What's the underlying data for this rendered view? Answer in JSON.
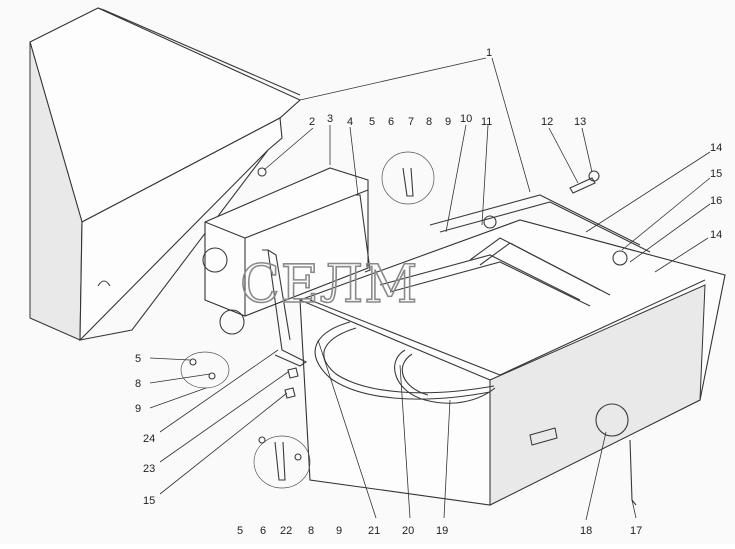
{
  "watermark": "СЕЛМ",
  "callouts": {
    "c1": "1",
    "c2": "2",
    "c3": "3",
    "c4": "4",
    "c5a": "5",
    "c6a": "6",
    "c7": "7",
    "c8a": "8",
    "c9a": "9",
    "c10": "10",
    "c11": "11",
    "c12": "12",
    "c13": "13",
    "c14a": "14",
    "c15a": "15",
    "c16": "16",
    "c14b": "14",
    "c5b": "5",
    "c8b": "8",
    "c9b": "9",
    "c24": "24",
    "c23": "23",
    "c15b": "15",
    "c5c": "5",
    "c6c": "6",
    "c22": "22",
    "c8c": "8",
    "c9c": "9",
    "c21": "21",
    "c20": "20",
    "c19": "19",
    "c18": "18",
    "c17": "17"
  }
}
